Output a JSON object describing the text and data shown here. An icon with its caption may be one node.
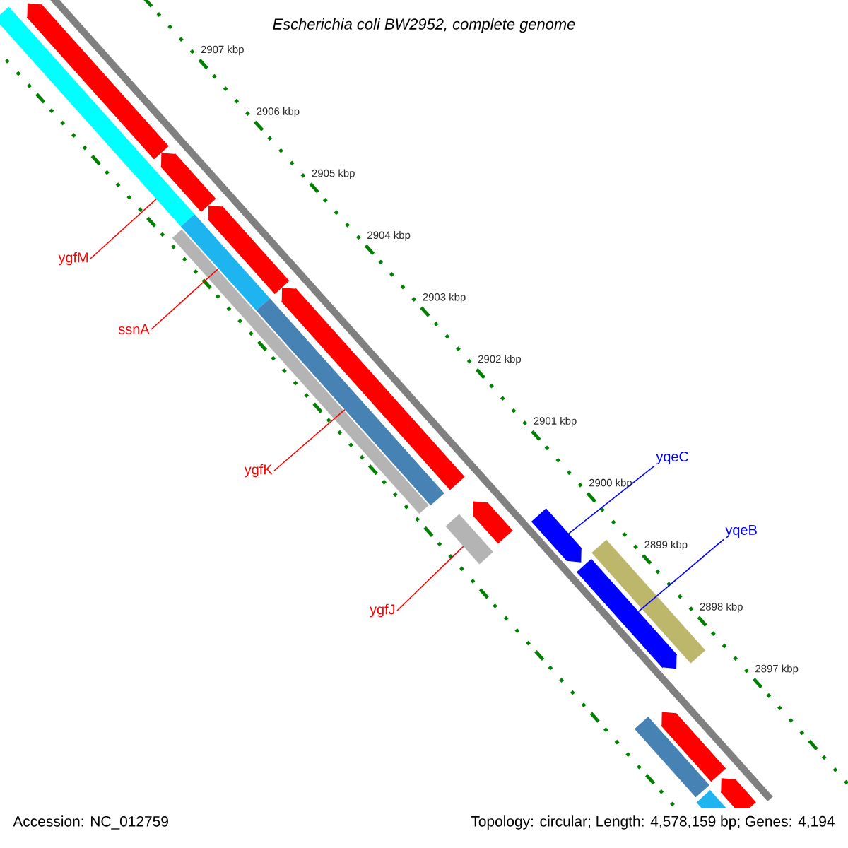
{
  "diagram": {
    "title": "Escherichia coli BW2952, complete genome",
    "nodes": [
      {
        "text": [
          "ygfM"
        ]
      },
      {
        "text": [
          "ssnA"
        ]
      },
      {
        "text": [
          "ygfK"
        ]
      },
      {
        "text": [
          "ygfJ"
        ]
      },
      {
        "text": [
          "yqeC"
        ]
      },
      {
        "text": [
          "yqeB"
        ]
      },
      {
        "text": [],
        "shape": "bar"
      },
      {
        "text": [],
        "shape": "bar"
      },
      {
        "text": [],
        "shape": "bar"
      },
      {
        "text": [],
        "shape": "bar"
      },
      {
        "text": [],
        "shape": "pentagon"
      },
      {
        "text": [],
        "shape": "pentagon"
      },
      {
        "text": [],
        "shape": "bar"
      },
      {
        "text": [],
        "shape": "pentagon"
      },
      {
        "text": [],
        "shape": "pentagon"
      },
      {
        "text": [],
        "shape": "pentagon"
      },
      {
        "text": [],
        "shape": "pentagon"
      },
      {
        "text": [],
        "shape": "pentagon"
      },
      {
        "text": [],
        "shape": "bar"
      },
      {
        "text": [],
        "shape": "bar"
      },
      {
        "text": [],
        "shape": "pentagon"
      },
      {
        "text": [],
        "shape": "pentagon"
      },
      {
        "text": [],
        "shape": "bar"
      }
    ],
    "edges": [
      {
        "from": 0,
        "to": 6,
        "arrow": "none",
        "color": "#ff0000"
      },
      {
        "from": 1,
        "to": 7,
        "arrow": "none",
        "color": "#ff0000"
      },
      {
        "from": 2,
        "to": 8,
        "arrow": "none",
        "color": "#ff0000"
      },
      {
        "from": 3,
        "to": 9,
        "arrow": "none",
        "color": "#ff0000"
      },
      {
        "from": 4,
        "to": 10,
        "arrow": "none",
        "color": "#0000ff"
      },
      {
        "from": 5,
        "to": 11,
        "arrow": "none",
        "color": "#0000ff"
      }
    ],
    "labels": [
      "2907 kbp",
      "2906 kbp",
      "2905 kbp",
      "2904 kbp",
      "2903 kbp",
      "2902 kbp",
      "2901 kbp",
      "2900 kbp",
      "2899 kbp",
      "2898 kbp",
      "2897 kbp",
      "Accession: NC_012759",
      "Topology: circular; Length: 4,578,159 bp; Genes: 4,194"
    ]
  }
}
